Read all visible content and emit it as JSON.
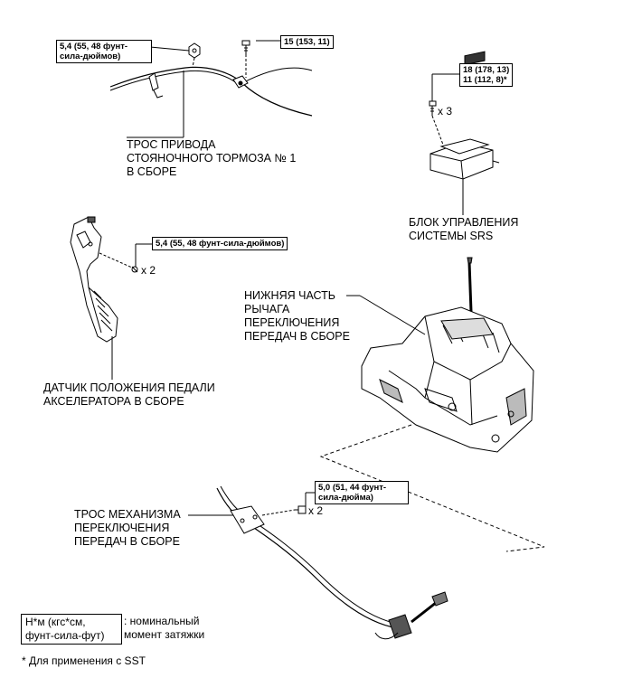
{
  "labels": {
    "parking_cable": "ТРОС ПРИВОДА\nСТОЯНОЧНОГО ТОРМОЗА № 1\nВ СБОРЕ",
    "srs_unit": "БЛОК УПРАВЛЕНИЯ\nСИСТЕМЫ SRS",
    "shift_lever": "НИЖНЯЯ ЧАСТЬ\nРЫЧАГА\nПЕРЕКЛЮЧЕНИЯ\nПЕРЕДАЧ В СБОРЕ",
    "pedal_sensor": "ДАТЧИК ПОЛОЖЕНИЯ ПЕДАЛИ\nАКСЕЛЕРАТОРА В СБОРЕ",
    "shift_cable": "ТРОС МЕХАНИЗМА\nПЕРЕКЛЮЧЕНИЯ\nПЕРЕДАЧ В СБОРЕ"
  },
  "torques": {
    "parking_nut": "5,4 (55, 48 фунт-\nсила-дюймов)",
    "parking_bolt": "15 (153, 11)",
    "srs_bolts": "18 (178, 13)\n11 (112, 8)*",
    "pedal_bolts": "5,4 (55, 48 фунт-сила-дюймов)",
    "shift_bolts": "5,0 (51, 44 фунт-\nсила-дюйма)"
  },
  "quantities": {
    "srs": "x 3",
    "pedal": "x 2",
    "shift": "x 2"
  },
  "legend": {
    "units": "Н*м (кгс*см,\nфунт-сила-фут)",
    "meaning": ": номинальный\nмомент затяжки"
  },
  "footnote": "* Для применения с SST"
}
